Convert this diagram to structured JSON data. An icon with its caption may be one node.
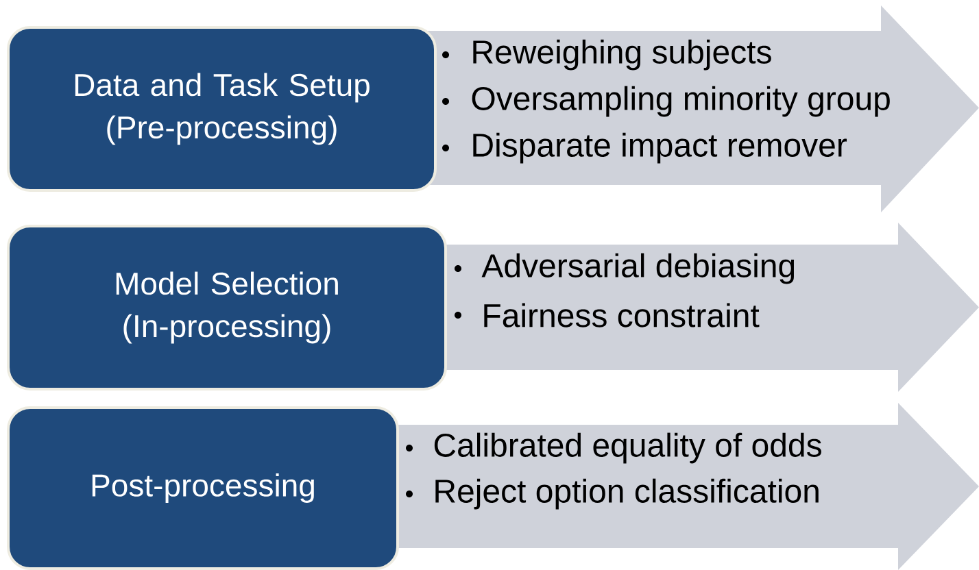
{
  "diagram": {
    "nodes": [
      {
        "text": [
          "Data and Task Setup (Pre-processing)"
        ]
      },
      {
        "text": [
          "Reweighing subjects",
          "Oversampling minority group",
          "Disparate impact remover"
        ]
      },
      {
        "text": [
          "Model Selection (In-processing)"
        ]
      },
      {
        "text": [
          "Adversarial debiasing",
          "Fairness constraint"
        ]
      },
      {
        "text": [
          "Post-processing"
        ]
      },
      {
        "text": [
          "Calibrated equality of odds",
          "Reject option classification"
        ]
      }
    ]
  }
}
